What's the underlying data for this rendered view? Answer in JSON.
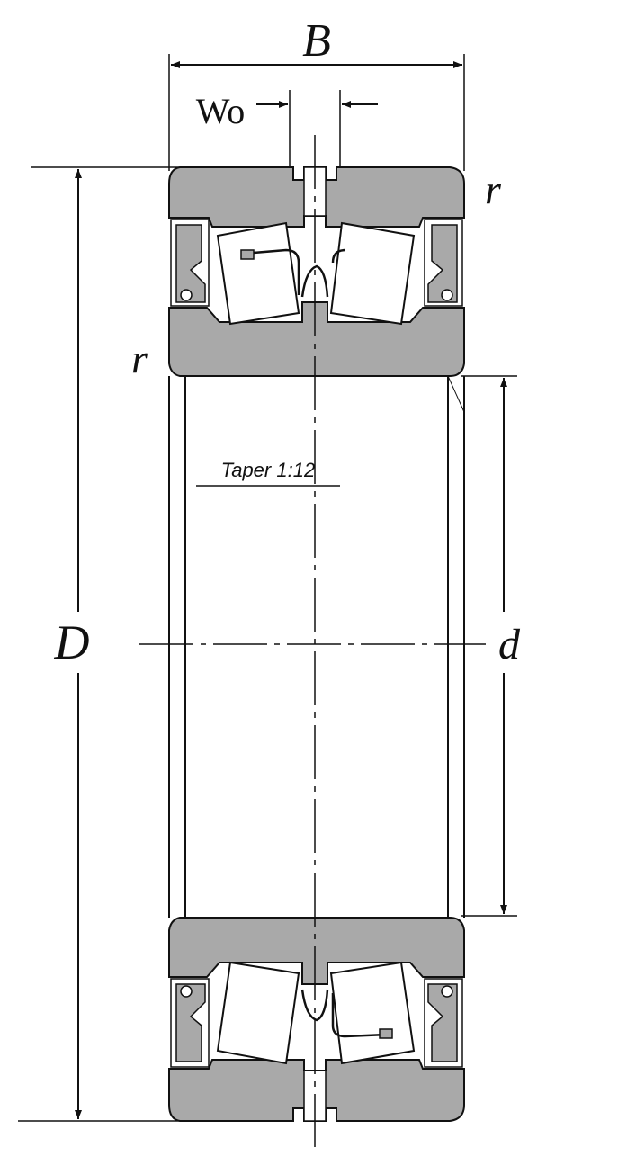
{
  "labels": {
    "B": "B",
    "Wo": "Wo",
    "r_top": "r",
    "r_left": "r",
    "D": "D",
    "d": "d",
    "taper": "Taper 1:12"
  },
  "colors": {
    "ring_fill": "#a9a9a9",
    "roller_fill": "#ffffff",
    "line": "#111111",
    "background": "#ffffff"
  }
}
